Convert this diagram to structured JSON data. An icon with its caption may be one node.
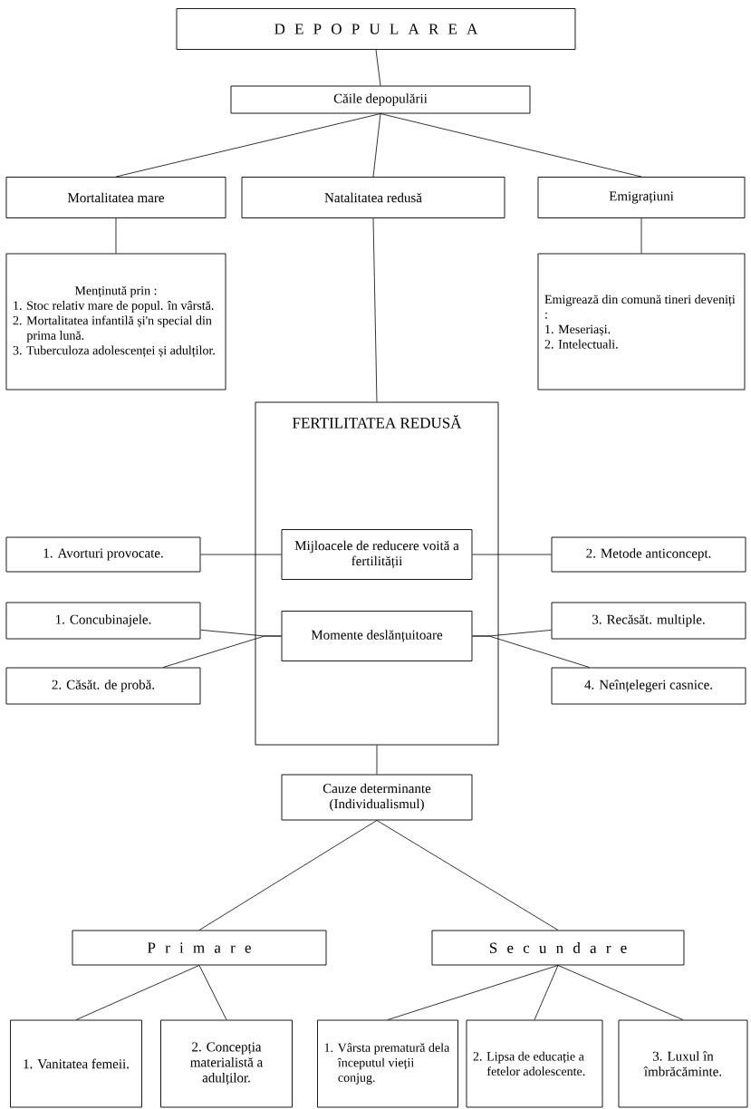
{
  "diagram": {
    "nodes": [
      {
        "text": [
          "D E P O P U L A R E A"
        ]
      },
      {
        "text": [
          "Căile depopulării"
        ]
      },
      {
        "text": [
          "Mortalitatea mare"
        ]
      },
      {
        "text": [
          "Natalitatea redusă"
        ]
      },
      {
        "text": [
          "Emigrațiuni"
        ]
      },
      {
        "text": [
          "Menținută prin :",
          "1. Stoc relativ mare de popul. în vârstă.",
          "2. Mortalitatea infantilă și'n special din prima lună.",
          "3. Tuberculoza adolescenței și adulților."
        ]
      },
      {
        "text": [
          "Emigrează din comună tineri deveniți :",
          "1. Meseriași.",
          "2. Intelectuali."
        ]
      },
      {
        "text": [
          "FERTILITATEA REDUSĂ"
        ]
      },
      {
        "text": [
          "Mijloacele de reducere voită a fertilității"
        ],
        "in": 7
      },
      {
        "text": [
          "Momente deslănțuitoare"
        ],
        "in": 7
      },
      {
        "text": [
          "1. Avorturi provocate."
        ]
      },
      {
        "text": [
          "2. Metode anticoncept."
        ]
      },
      {
        "text": [
          "1. Concubinajele."
        ]
      },
      {
        "text": [
          "3. Recăsăt. multiple."
        ]
      },
      {
        "text": [
          "2. Căsăt. de probă."
        ]
      },
      {
        "text": [
          "4. Neînțelegeri casnice."
        ]
      },
      {
        "text": [
          "Cauze determinante",
          "(Individualismul)"
        ]
      },
      {
        "text": [
          "P r i m a r e"
        ]
      },
      {
        "text": [
          "S e c u n d a r e"
        ]
      },
      {
        "text": [
          "1. Vanitatea femeii."
        ]
      },
      {
        "text": [
          "2. Concepția materialistă a adulților."
        ]
      },
      {
        "text": [
          "1. Vârsta prematură dela începutul vieții conjug."
        ]
      },
      {
        "text": [
          "2. Lipsa de educație a fetelor adolescente."
        ]
      },
      {
        "text": [
          "3. Luxul în îmbrăcăminte."
        ]
      }
    ],
    "edges": [
      {
        "from": 0,
        "to": 1,
        "arrow": "none"
      },
      {
        "from": 1,
        "to": 2,
        "arrow": "none"
      },
      {
        "from": 1,
        "to": 3,
        "arrow": "none"
      },
      {
        "from": 1,
        "to": 4,
        "arrow": "none"
      },
      {
        "from": 2,
        "to": 5,
        "arrow": "none"
      },
      {
        "from": 4,
        "to": 6,
        "arrow": "none"
      },
      {
        "from": 3,
        "to": 7,
        "arrow": "none"
      },
      {
        "from": 10,
        "to": 8,
        "arrow": "none"
      },
      {
        "from": 8,
        "to": 11,
        "arrow": "none"
      },
      {
        "from": 12,
        "to": 9,
        "arrow": "none"
      },
      {
        "from": 14,
        "to": 9,
        "arrow": "none"
      },
      {
        "from": 13,
        "to": 9,
        "arrow": "none"
      },
      {
        "from": 15,
        "to": 9,
        "arrow": "none"
      },
      {
        "from": 7,
        "to": 16,
        "arrow": "none"
      },
      {
        "from": 16,
        "to": 17,
        "arrow": "none"
      },
      {
        "from": 16,
        "to": 18,
        "arrow": "none"
      },
      {
        "from": 17,
        "to": 19,
        "arrow": "none"
      },
      {
        "from": 17,
        "to": 20,
        "arrow": "none"
      },
      {
        "from": 18,
        "to": 21,
        "arrow": "none"
      },
      {
        "from": 18,
        "to": 22,
        "arrow": "none"
      },
      {
        "from": 18,
        "to": 23,
        "arrow": "none"
      }
    ]
  }
}
